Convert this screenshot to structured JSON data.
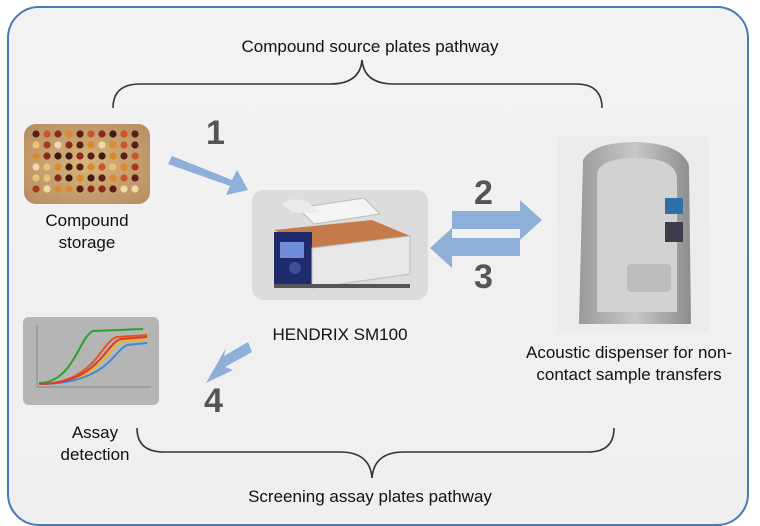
{
  "titles": {
    "top": "Compound source plates pathway",
    "bottom": "Screening assay plates pathway"
  },
  "labels": {
    "storage": "Compound storage",
    "storage_line1": "Compound",
    "storage_line2": "storage",
    "hendrix": "HENDRIX SM100",
    "dispenser_line1": "Acoustic dispenser for non-",
    "dispenser_line2": "contact sample transfers",
    "assay_line1": "Assay",
    "assay_line2": "detection"
  },
  "steps": [
    "1",
    "2",
    "3",
    "4"
  ],
  "colors": {
    "frame_border": "#4a7ab5",
    "arrow": "#8eb0d8",
    "number": "#555555",
    "brace": "#333333"
  },
  "icons": [
    "compound-plate-photo",
    "hendrix-device-photo",
    "acoustic-dispenser-photo",
    "assay-curve-chart"
  ]
}
